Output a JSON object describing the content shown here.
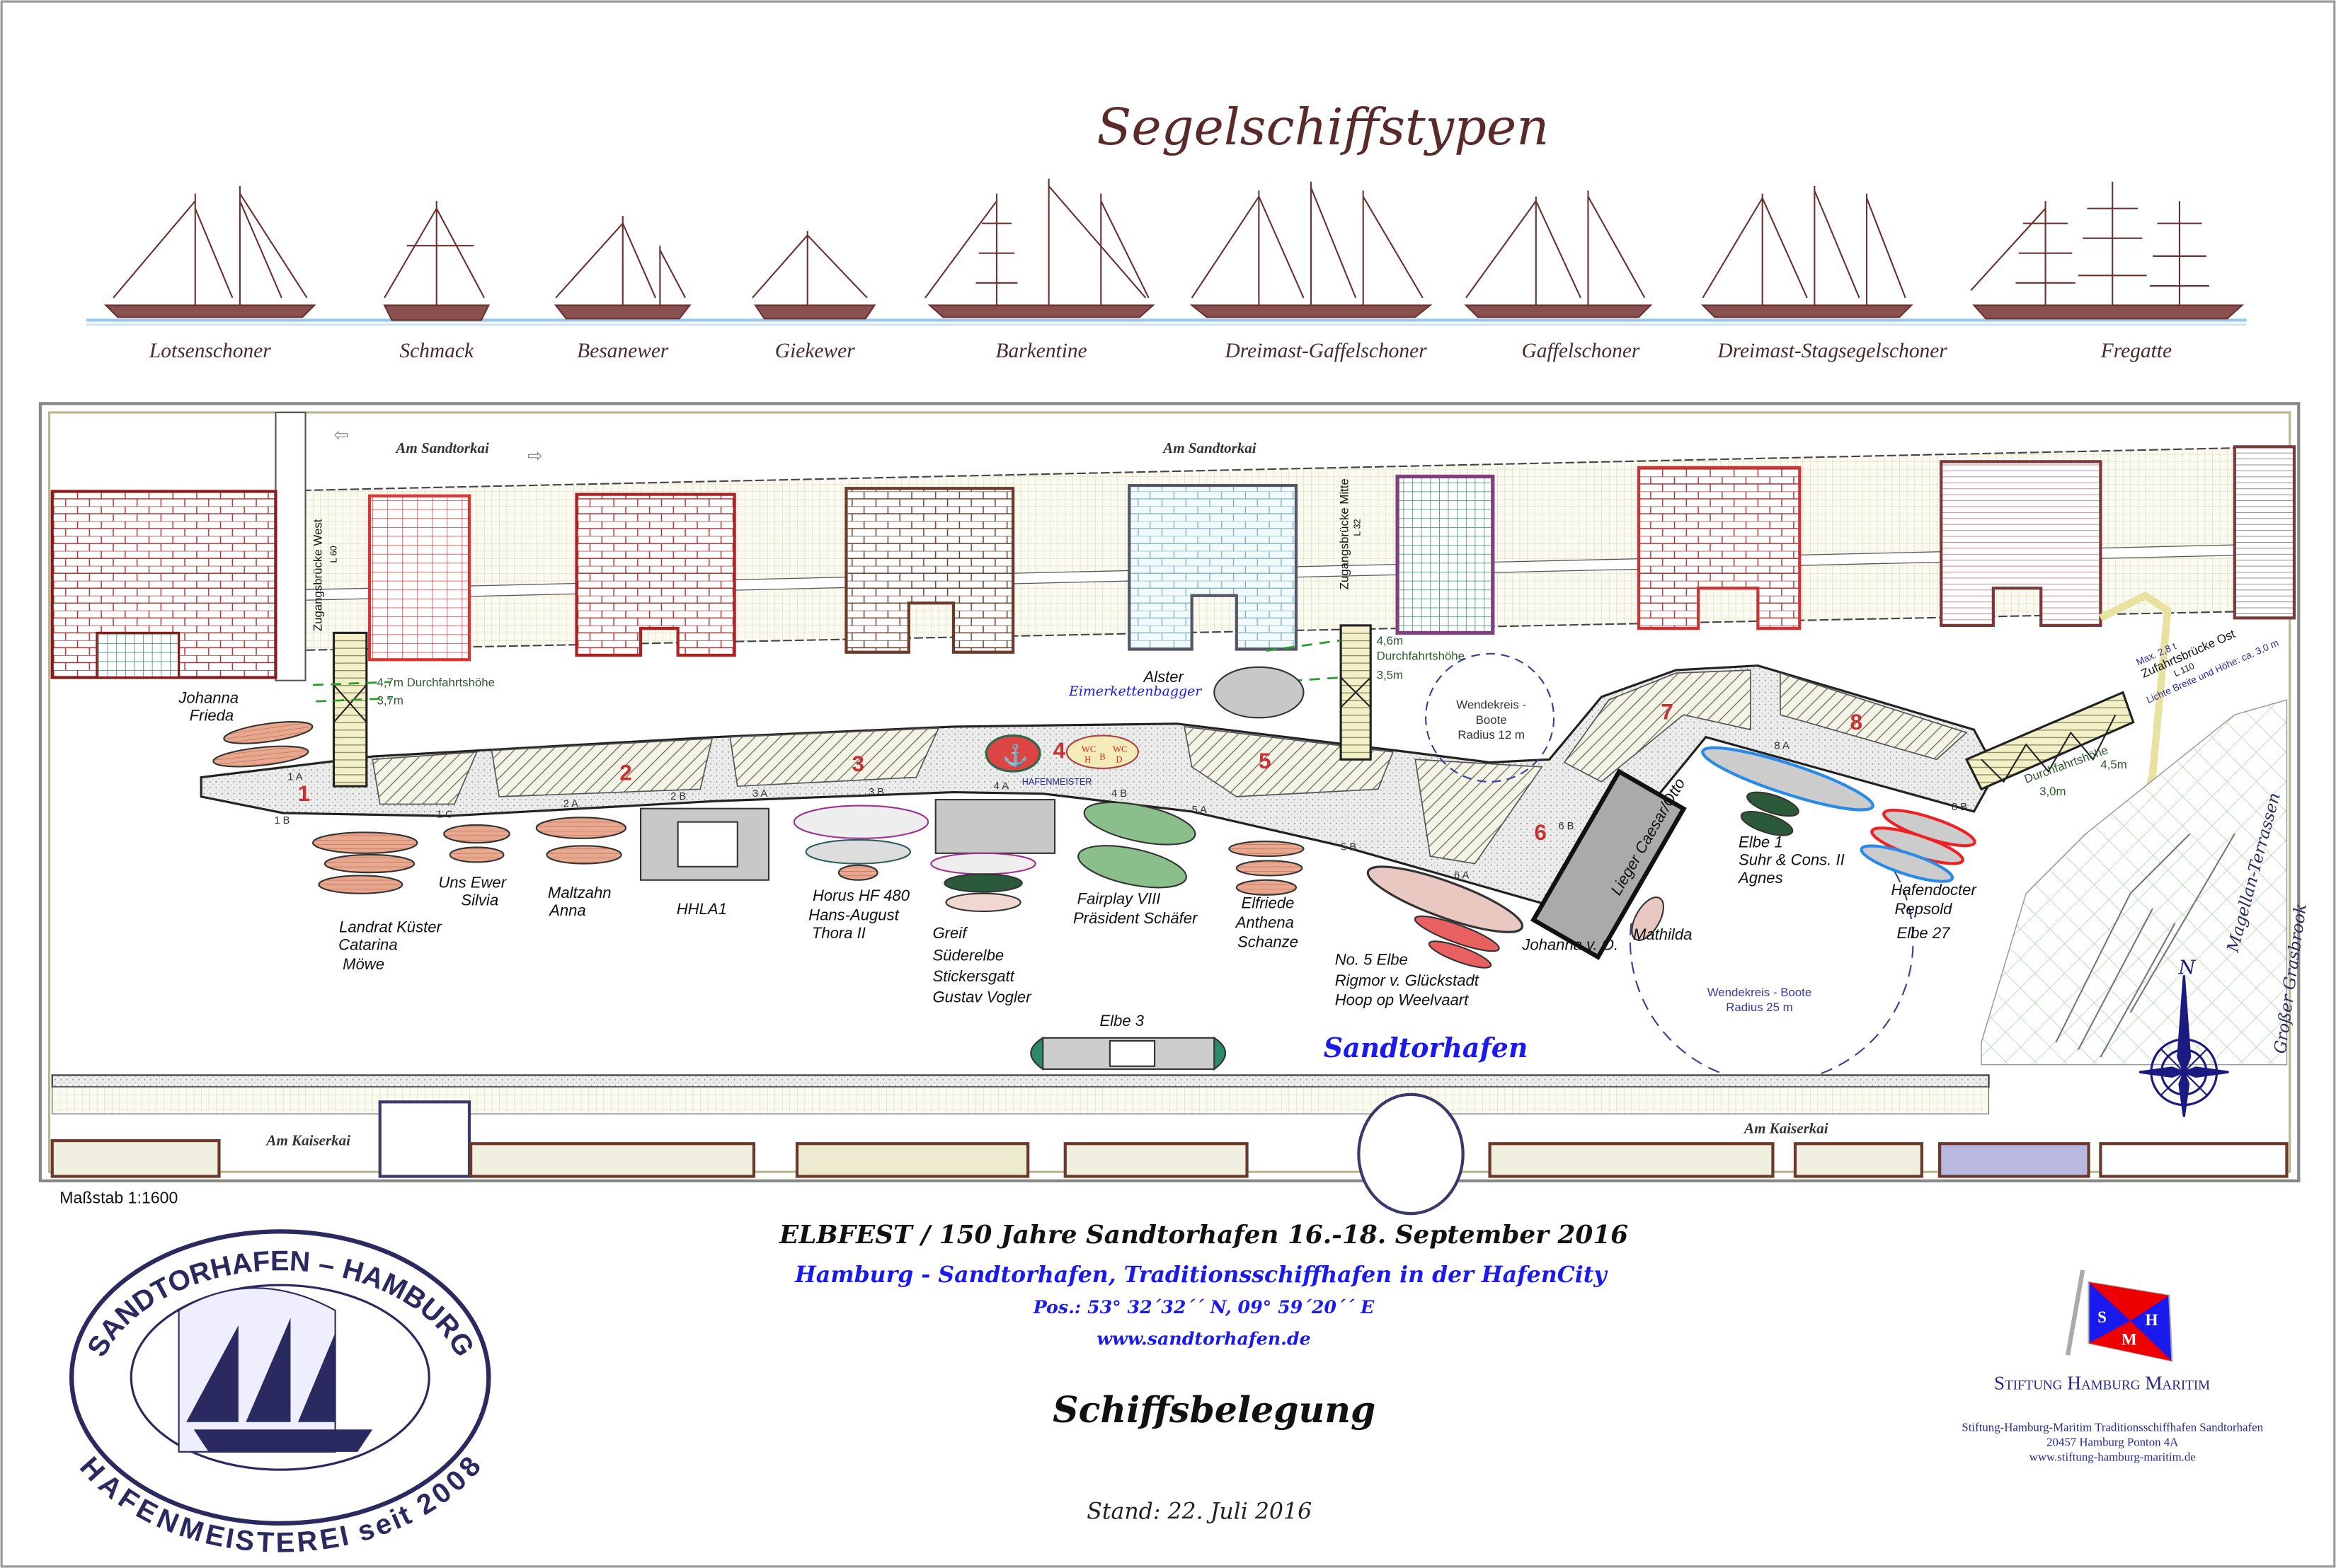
{
  "title": "Segelschiffstypen",
  "ship_types": [
    "Lotsenschoner",
    "Schmack",
    "Besanewer",
    "Giekewer",
    "Barkentine",
    "Dreimast-Gaffelschoner",
    "Gaffelschoner",
    "Dreimast-Stagsegelschoner",
    "Fregatte"
  ],
  "map": {
    "streets": {
      "sandtorkai_west": "Am Sandtorkai",
      "sandtorkai_mid": "Am Sandtorkai",
      "kaiserkai_west": "Am Kaiserkai",
      "kaiserkai_east": "Am Kaiserkai",
      "magellan": "Magellan-Terrassen",
      "grasbrook": "Großer Grasbrook"
    },
    "bridges": {
      "west_name": "Zugangsbrücke West",
      "west_len": "L 60",
      "west_h1": "4,7m Durchfahrtshöhe",
      "west_h2": "3,7m",
      "mid_name": "Zugangsbrücke Mitte",
      "mid_len": "L 32",
      "mid_h1": "4,6m",
      "mid_h2": "Durchfahrtshöhe",
      "mid_h3": "3,5m",
      "east_max": "Max. 2,8 t",
      "east_name": "Zufahrtsbrücke Ost",
      "east_len": "L 110",
      "east_clear": "Lichte Breite und Höhe: ca. 3,0 m",
      "east_h_label": "Durchfahrtshöhe",
      "east_h1": "4,5m",
      "east_h2": "3,0m"
    },
    "berths": [
      "1",
      "2",
      "3",
      "4",
      "5",
      "6",
      "7",
      "8"
    ],
    "pontoon_marks": [
      "1 A",
      "1 B",
      "1 C",
      "2 A",
      "2 B",
      "3 A",
      "3 B",
      "4 A",
      "4 B",
      "5 A",
      "5 B",
      "6 A",
      "6 B",
      "8 A",
      "8 B"
    ],
    "hafenmeister": "HAFENMEISTER",
    "wc": [
      "WC",
      "H",
      "B",
      "WC",
      "D"
    ],
    "turning_small": [
      "Wendekreis -",
      "Boote",
      "Radius 12 m"
    ],
    "turning_large": [
      "Wendekreis - Boote",
      "Radius 25 m"
    ],
    "ships": {
      "johanna_frieda": [
        "Johanna",
        "Frieda"
      ],
      "landrat": [
        "Landrat Küster",
        "Catarina",
        "Möwe"
      ],
      "uns_ewer": [
        "Uns Ewer",
        "Silvia"
      ],
      "maltzahn": [
        "Maltzahn",
        "Anna"
      ],
      "hhla": "HHLA1",
      "horus": [
        "Horus HF 480",
        "Hans-August",
        "Thora II"
      ],
      "greif": [
        "Greif",
        "Süderelbe",
        "Stickersgatt",
        "Gustav Vogler"
      ],
      "fairplay": [
        "Fairplay VIII",
        "Präsident Schäfer"
      ],
      "elfriede": [
        "Elfriede",
        "Anthena",
        "Schanze"
      ],
      "alster": "Alster",
      "alster_type": "Eimerkettenbagger",
      "no5": [
        "No. 5 Elbe",
        "Rigmor v. Glückstadt",
        "Hoop op Weelvaart"
      ],
      "johanna_vo": "Johanna v. Ö.",
      "lieger": "Lieger Caesar/Otto",
      "mathilda": "Mathilda",
      "elbe1": [
        "Elbe 1",
        "Suhr & Cons. II",
        "Agnes"
      ],
      "hafendocter": [
        "Hafendocter",
        "Repsold",
        "Elbe 27"
      ],
      "elbe3": "Elbe 3"
    },
    "harbour_name": "Sandtorhafen",
    "compass_n": "N"
  },
  "scale": "Maßstab 1:1600",
  "footer": {
    "event": "ELBFEST / 150 Jahre Sandtorhafen 16.-18. September 2016",
    "subtitle": "Hamburg - Sandtorhafen, Traditionsschiffhafen in der HafenCity",
    "position": "Pos.:  53° 32´32´´ N, 09° 59´20´´ E",
    "url": "www.sandtorhafen.de",
    "heading": "Schiffsbelegung",
    "stand": "Stand: 22. Juli 2016"
  },
  "logo": {
    "top": "SANDTORHAFEN – HAMBURG",
    "bottom": "HAFENMEISTEREI seit 2008"
  },
  "foundation": {
    "flag_letters": [
      "S",
      "H",
      "M"
    ],
    "name": "Stiftung Hamburg Maritim",
    "address1": "Stiftung-Hamburg-Maritim  Traditionsschiffhafen Sandtorhafen",
    "address2": "20457  Hamburg   Ponton 4A",
    "address3": "www.stiftung-hamburg-maritim.de"
  },
  "colors": {
    "berth": "#c83232",
    "blue_text": "#1a1aee",
    "navy": "#2a2a80",
    "brick": "#8b1a1a"
  }
}
